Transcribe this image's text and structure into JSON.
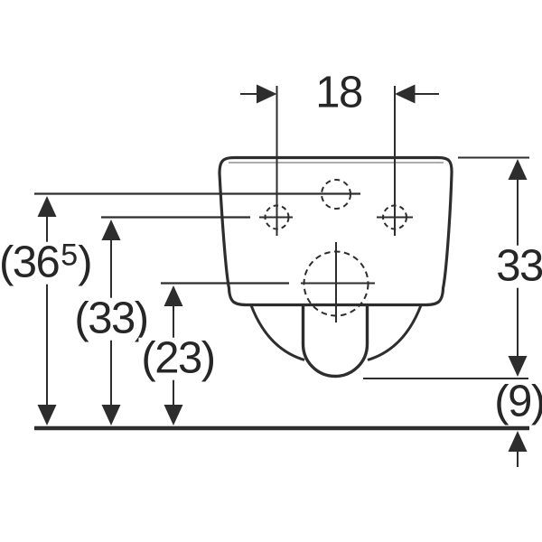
{
  "page": {
    "background_color": "#ffffff"
  },
  "drawing": {
    "type": "technical-dimension-drawing",
    "subject": "wall-hung toilet, rear view with mounting holes and outlet",
    "line_color": "#2d2d2d",
    "secondary_line_color": "#909090",
    "labels": {
      "width_top": "18",
      "height_total_open": "(36",
      "height_total_sup": "5",
      "height_total_close": ")",
      "height_fixing": "(33)",
      "height_outlet_axis": "(23)",
      "height_body": "33",
      "height_outlet_bottom": "(9)"
    }
  }
}
